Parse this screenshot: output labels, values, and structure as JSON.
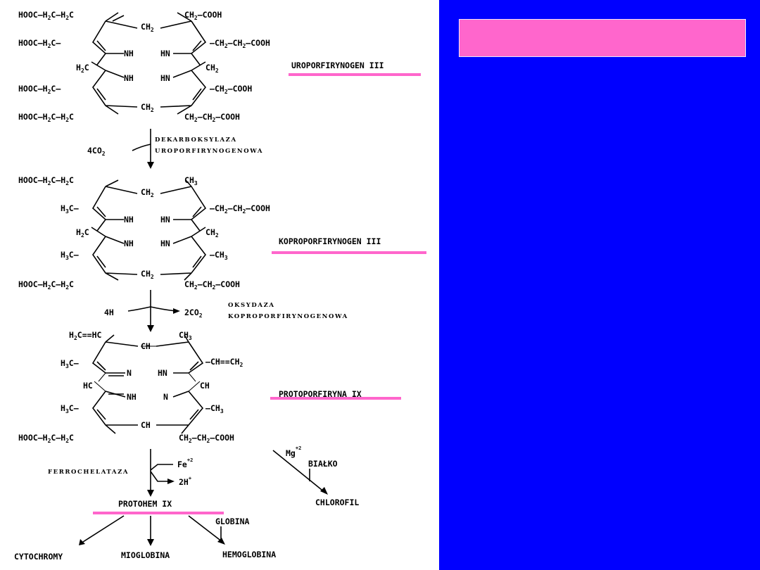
{
  "slide": {
    "title": "",
    "colors": {
      "panel_right": "#0000ff",
      "title_box": "#ff66cc",
      "underline": "#ff66cc",
      "panel_left": "#ffffff"
    }
  },
  "compounds": {
    "uro": "UROPORFIRYNOGEN III",
    "kopro": "KOPROPORFIRYNOGEN III",
    "proto": "PROTOPORFIRYNA IX",
    "protohem": "PROTOHEM IX"
  },
  "enzymes": {
    "dekarb_1": "DEKARBOKSYLAZA",
    "dekarb_2": "UROPORFIRYNOGENOWA",
    "oks_1": "OKSYDAZA",
    "oks_2": "KOPROPORFIRYNOGENOWA",
    "ferro": "FERROCHELATAZA"
  },
  "byproducts": {
    "co2_4": "4CO",
    "co2_4_sub": "2",
    "h4": "4H",
    "co2_2": "2CO",
    "co2_2_sub": "2",
    "fe": "Fe",
    "fe_charge": "+2",
    "h2": "2H",
    "h2_charge": "+",
    "mg": "Mg",
    "mg_charge": "+2"
  },
  "labels": {
    "bialko": "BIAŁKO",
    "chlorofil": "CHLOROFIL",
    "globina": "GLOBINA",
    "cytochromy": "CYTOCHROMY",
    "mioglobina": "MIOGLOBINA",
    "hemoglobina": "HEMOGLOBINA"
  },
  "chem": {
    "hooc": "HOOC",
    "cooh": "COOH",
    "h": "H",
    "c": "C",
    "ch": "CH",
    "hc": "HC",
    "nh": "NH",
    "hn": "HN",
    "n": "N",
    "two": "2",
    "three": "3"
  }
}
